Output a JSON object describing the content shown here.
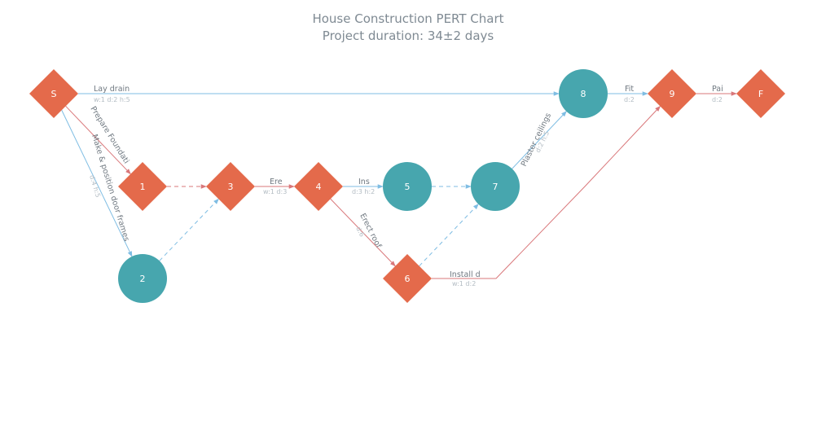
{
  "title": "House Construction PERT Chart",
  "subtitle": "Project duration: 34±2 days",
  "colors": {
    "milestone": "#e46a4b",
    "task_node": "#47a6ae",
    "critical_edge": "#d9777a",
    "normal_edge": "#7fbde3",
    "title_text": "#7f8a93"
  },
  "nodes": [
    {
      "id": "S",
      "label": "S",
      "shape": "diamond"
    },
    {
      "id": "1",
      "label": "1",
      "shape": "diamond"
    },
    {
      "id": "2",
      "label": "2",
      "shape": "circle"
    },
    {
      "id": "3",
      "label": "3",
      "shape": "diamond"
    },
    {
      "id": "4",
      "label": "4",
      "shape": "diamond"
    },
    {
      "id": "5",
      "label": "5",
      "shape": "circle"
    },
    {
      "id": "6",
      "label": "6",
      "shape": "diamond"
    },
    {
      "id": "7",
      "label": "7",
      "shape": "circle"
    },
    {
      "id": "8",
      "label": "8",
      "shape": "circle"
    },
    {
      "id": "9",
      "label": "9",
      "shape": "diamond"
    },
    {
      "id": "F",
      "label": "F",
      "shape": "diamond"
    }
  ],
  "edges": [
    {
      "id": "lay-drain",
      "from": "S",
      "to": "8",
      "label": "Lay drain",
      "sub": "w:1 d:2 h:5",
      "critical": false,
      "dummy": false
    },
    {
      "id": "prepare-foundation",
      "from": "S",
      "to": "1",
      "label": "Prepare Foundati",
      "sub": "",
      "critical": true,
      "dummy": false
    },
    {
      "id": "door-frames",
      "from": "S",
      "to": "2",
      "label": "Make & position door frames",
      "sub": "d:4 h:5",
      "critical": false,
      "dummy": false
    },
    {
      "id": "d-1-3",
      "from": "1",
      "to": "3",
      "label": "",
      "sub": "",
      "critical": true,
      "dummy": true
    },
    {
      "id": "d-2-3",
      "from": "2",
      "to": "3",
      "label": "",
      "sub": "",
      "critical": false,
      "dummy": true
    },
    {
      "id": "erect",
      "from": "3",
      "to": "4",
      "label": "Ere",
      "sub": "w:1 d:3",
      "critical": true,
      "dummy": false
    },
    {
      "id": "install",
      "from": "4",
      "to": "5",
      "label": "Ins",
      "sub": "d:3 h:2",
      "critical": false,
      "dummy": false
    },
    {
      "id": "erect-roof",
      "from": "4",
      "to": "6",
      "label": "Erect roof",
      "sub": "d:6",
      "critical": true,
      "dummy": false
    },
    {
      "id": "d-5-7",
      "from": "5",
      "to": "7",
      "label": "",
      "sub": "",
      "critical": false,
      "dummy": true
    },
    {
      "id": "d-6-7",
      "from": "6",
      "to": "7",
      "label": "",
      "sub": "",
      "critical": false,
      "dummy": true
    },
    {
      "id": "plaster-ceilings",
      "from": "7",
      "to": "8",
      "label": "Plaster ceilings",
      "sub": "d:2 h:5",
      "critical": false,
      "dummy": false
    },
    {
      "id": "install-d",
      "from": "6",
      "to": "9",
      "label": "Install d",
      "sub": "w:1 d:2",
      "critical": true,
      "dummy": false
    },
    {
      "id": "fit",
      "from": "8",
      "to": "9",
      "label": "Fit",
      "sub": "d:2",
      "critical": false,
      "dummy": false
    },
    {
      "id": "paint",
      "from": "9",
      "to": "F",
      "label": "Pai",
      "sub": "d:2",
      "critical": true,
      "dummy": false
    }
  ]
}
